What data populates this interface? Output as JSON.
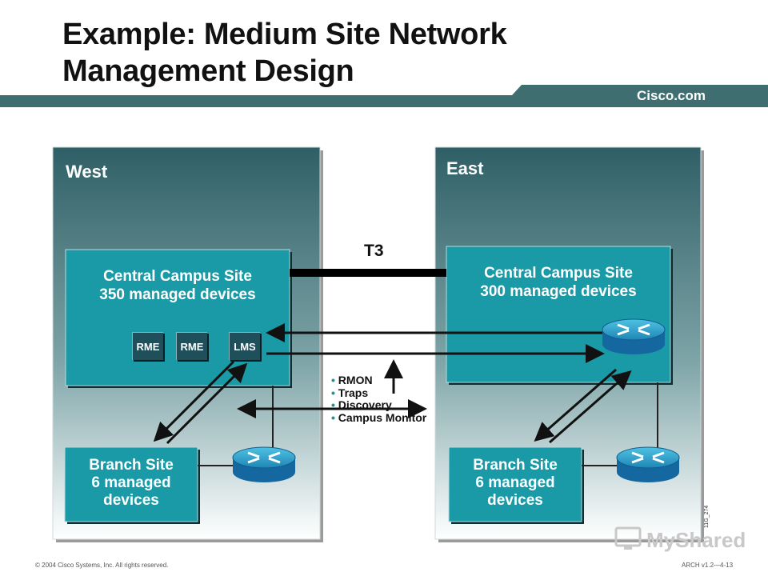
{
  "title": {
    "line1": "Example: Medium Site Network",
    "line2": "Management Design"
  },
  "brand": "Cisco.com",
  "regions": {
    "west": {
      "label": "West",
      "campus": {
        "line1": "Central Campus Site",
        "line2": "350 managed devices"
      },
      "tools": [
        "RME",
        "RME",
        "LMS"
      ],
      "branch": {
        "line1": "Branch Site",
        "line2": "6 managed",
        "line3": "devices"
      }
    },
    "east": {
      "label": "East",
      "campus": {
        "line1": "Central Campus Site",
        "line2": "300 managed devices"
      },
      "branch": {
        "line1": "Branch Site",
        "line2": "6 managed",
        "line3": "devices"
      }
    }
  },
  "link_label": "T3",
  "traffic_types": [
    "RMON",
    "Traps",
    "Discovery",
    "Campus Monitor"
  ],
  "footer": {
    "copyright": "© 2004 Cisco Systems, Inc. All rights reserved.",
    "course": "ARCH v1.2—4-13"
  },
  "figure_id": "11G_274",
  "watermark": "MyShared",
  "colors": {
    "teal": "#1a9aa6",
    "dark_teal": "#2f5f66",
    "band": "#3e6e70"
  }
}
